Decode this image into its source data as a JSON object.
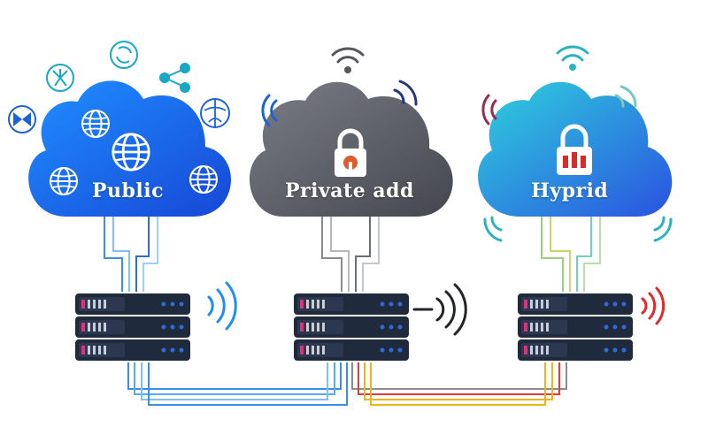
{
  "clouds": {
    "public": {
      "label": "Public",
      "color_from": "#1f8fff",
      "color_to": "#1747d6"
    },
    "private": {
      "label": "Private add",
      "color_from": "#7a7d86",
      "color_to": "#45474f"
    },
    "hybrid": {
      "label": "Hyprid",
      "color_from": "#2fd2dd",
      "color_to": "#2a52e0"
    }
  },
  "colors": {
    "server": "#1f2a3c",
    "server_led": "#2f6ad8",
    "server_tag": "#e0307a",
    "wire_blue": "#3a8df0",
    "wire_yellow": "#f2b21c",
    "wire_red": "#e33b3b",
    "wire_gray": "#8a8c92",
    "lock": "#ffffff",
    "lock_badge": "#e05a2b"
  },
  "icons": {
    "public": [
      "globe-icon",
      "share-icon",
      "compass-icon",
      "network-icon",
      "bowtie-icon"
    ],
    "private": [
      "padlock-icon",
      "wifi-icon"
    ],
    "hybrid": [
      "padlock-icon",
      "wifi-icon"
    ]
  }
}
